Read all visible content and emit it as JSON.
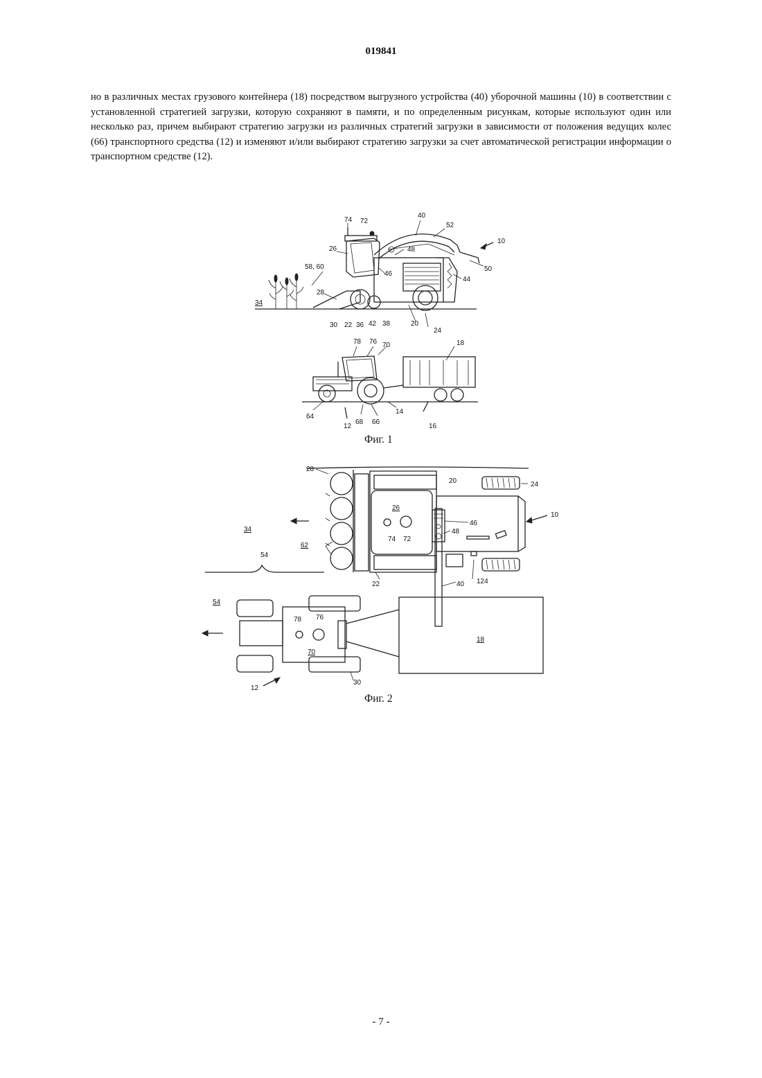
{
  "header": {
    "doc_number": "019841"
  },
  "body": {
    "paragraph": "но в различных местах грузового контейнера (18) посредством выгрузного устройства (40) уборочной машины (10) в соответствии с установленной стратегией загрузки, которую сохраняют в памяти, и по определенным рисункам, которые используют один или несколько раз, причем выбирают стратегию загрузки из различных стратегий загрузки в зависимости от положения ведущих колес (66) транспортного средства (12) и изменяют и/или выбирают стратегию загрузки за счет автоматической регистрации информации о транспортном средстве (12)."
  },
  "figure1": {
    "caption": "Фиг. 1",
    "labels": {
      "l74": "74",
      "l72": "72",
      "l40": "40",
      "l52": "52",
      "l10": "10",
      "l26": "26",
      "l48": "48",
      "l5860": "58, 60",
      "l46": "46",
      "l50": "50",
      "l44": "44",
      "l28": "28",
      "l34": "34",
      "l30": "30",
      "l22": "22",
      "l36": "36",
      "l42": "42",
      "l38": "38",
      "l20": "20",
      "l24": "24",
      "l78": "78",
      "l76": "76",
      "l70": "70",
      "l18": "18",
      "l64": "64",
      "l12": "12",
      "l68": "68",
      "l66": "66",
      "l14": "14",
      "l16": "16"
    }
  },
  "figure2": {
    "caption": "Фиг. 2",
    "labels": {
      "l28": "28",
      "l20": "20",
      "l24": "24",
      "l26": "26",
      "l10": "10",
      "l46": "46",
      "l34": "34",
      "l74": "74",
      "l72": "72",
      "l48": "48",
      "l62": "62",
      "l54a": "54",
      "l22": "22",
      "l40": "40",
      "l124": "124",
      "l54b": "54",
      "l78": "78",
      "l76": "76",
      "l70": "70",
      "l18": "18",
      "l30": "30",
      "l12": "12"
    }
  },
  "footer": {
    "page_number": "- 7 -"
  }
}
